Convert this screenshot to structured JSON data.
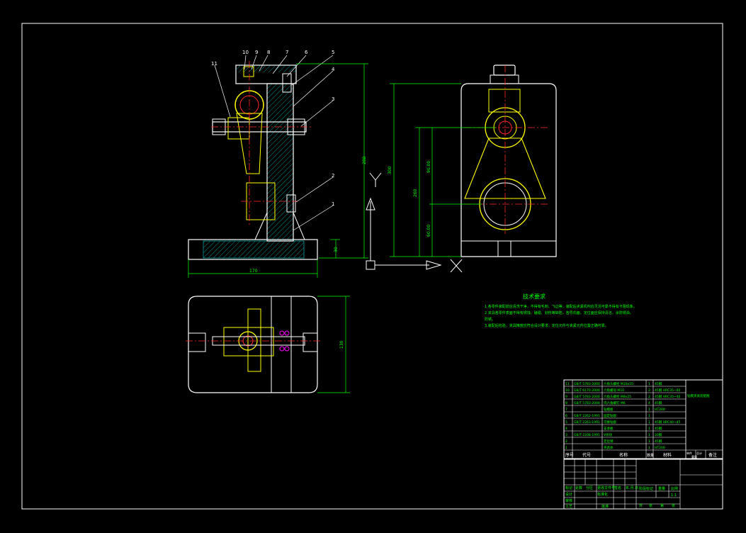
{
  "colors": {
    "background": "#000000",
    "outline": "#ffffff",
    "dimension": "#00ff00",
    "centerline": "#ff2a2a",
    "part": "#ffff00",
    "hatch": "#00e5e5",
    "accent": "#ff00ff"
  },
  "front_view": {
    "balloons": [
      "11",
      "10",
      "9",
      "8",
      "7",
      "6",
      "5",
      "4",
      "3",
      "2",
      "1"
    ],
    "dim_width": "170",
    "dim_height": "288",
    "dim_base": "30"
  },
  "axes": {
    "y_label": "Y",
    "x_label": "X"
  },
  "side_view": {
    "dim_total": "300",
    "dim_mid": "260",
    "dim_a": "90.00",
    "dim_b": "60.00"
  },
  "top_view": {
    "dim_depth": "130"
  },
  "technical_requirements": {
    "title": "技术要求",
    "lines": [
      "1.各零件装配前应清洗干净，不得有毛刺、飞边等，装配后夹紧机构应灵活可靠不得有卡阻现象。",
      "2.夹具各零件表面不得有锈蚀、磕碰、划伤等缺陷，各导向面、定位面应保持清洁，涂防锈油，",
      "  防锈。",
      "3.装配后检验，夹具精度应符合设计要求，定位元件与夹紧元件位置正确可靠。"
    ]
  },
  "bom": {
    "rows": [
      {
        "no": "11",
        "code": "GB/T 5783-2000",
        "name": "六角头螺栓 M10x55",
        "qty": "1",
        "mat": "45钢",
        "note": ""
      },
      {
        "no": "10",
        "code": "GB/T 6170-2000",
        "name": "六角螺母 M10",
        "qty": "2",
        "mat": "45钢 HRC35~40",
        "note": ""
      },
      {
        "no": "9",
        "code": "GB/T 5783-2000",
        "name": "六角头螺栓 M8x25",
        "qty": "2",
        "mat": "45钢 HRC35~40",
        "note": ""
      },
      {
        "no": "8",
        "code": "GB/T 5783-2000",
        "name": "内六角螺钉 M6",
        "qty": "4",
        "mat": "45钢",
        "note": ""
      },
      {
        "no": "7",
        "code": "",
        "name": "钻模板",
        "qty": "1",
        "mat": "HT200",
        "note": ""
      },
      {
        "no": "6",
        "code": "GB/T 2262-1991",
        "name": "固定钻套",
        "qty": "1",
        "mat": "",
        "note": ""
      },
      {
        "no": "5",
        "code": "GB/T 2263-1991",
        "name": "可换钻套",
        "qty": "1",
        "mat": "45钢 HRC40~45",
        "note": ""
      },
      {
        "no": "4",
        "code": "",
        "name": "支承板",
        "qty": "1",
        "mat": "45钢",
        "note": ""
      },
      {
        "no": "3",
        "code": "GB/T 2208-1991",
        "name": "V形块",
        "qty": "1",
        "mat": "20钢",
        "note": ""
      },
      {
        "no": "2",
        "code": "",
        "name": "定位销",
        "qty": "1",
        "mat": "45钢",
        "note": ""
      },
      {
        "no": "1",
        "code": "",
        "name": "夹具体",
        "qty": "1",
        "mat": "HT200",
        "note": ""
      }
    ],
    "header": {
      "no": "序号",
      "code": "代号",
      "name": "名称",
      "qty": "数量",
      "mat": "材料",
      "unit_weight": "单件",
      "total_weight": "总计",
      "weight": "重量",
      "note": "备注"
    },
    "side_note": "钻模夹具装配图",
    "title_block": {
      "labels_left": [
        "标记",
        "处数",
        "分区",
        "更改文件号",
        "签名",
        "年.月.日"
      ],
      "design": "设计",
      "standardize": "标准化",
      "review": "审核",
      "process": "工艺",
      "approve": "批准",
      "stage_mark": "阶段标记",
      "weight": "重量",
      "scale": "比例",
      "scale_value": "1:1",
      "sheet_total": "共",
      "sheet_label": "张",
      "sheet_no": "第",
      "sheet_label2": "张"
    }
  }
}
